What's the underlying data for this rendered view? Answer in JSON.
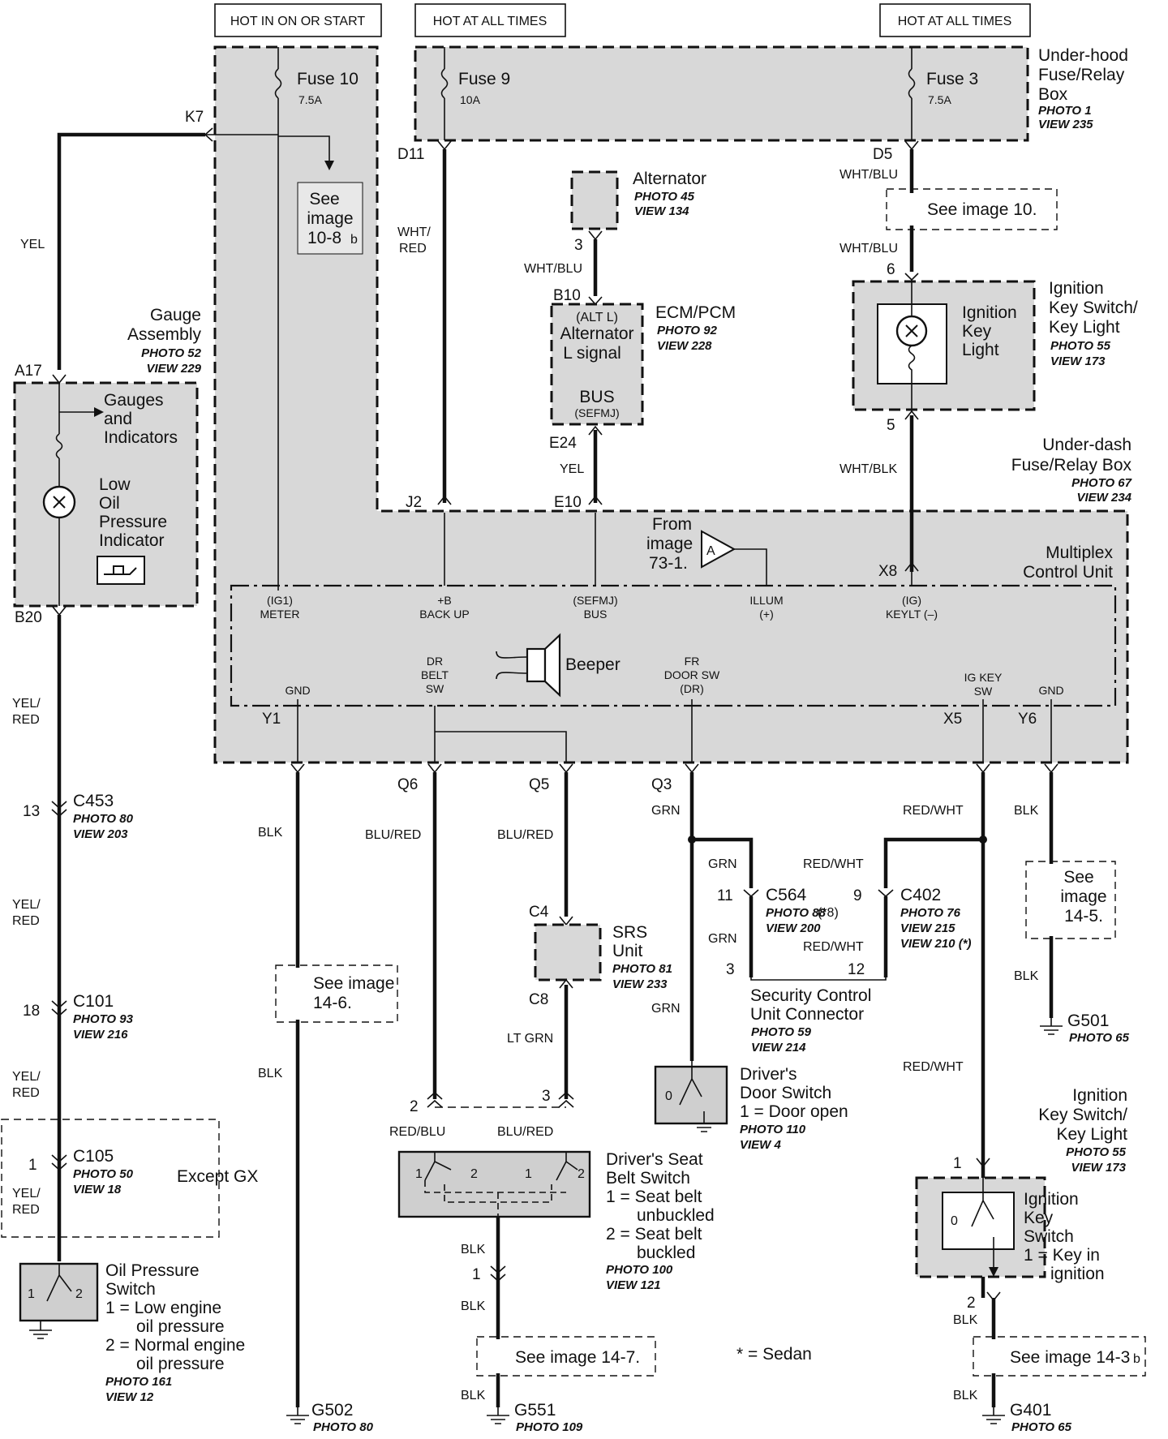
{
  "headers": {
    "hot_in_on": "HOT IN ON OR START",
    "hot_all_1": "HOT AT ALL TIMES",
    "hot_all_2": "HOT AT ALL TIMES"
  },
  "underhood": {
    "name": [
      "Under-hood",
      "Fuse/Relay",
      "Box"
    ],
    "photo": "PHOTO 1",
    "view": "VIEW 235",
    "fuse9": "Fuse 9",
    "fuse9_amp": "10A",
    "fuse3": "Fuse 3",
    "fuse3_amp": "7.5A"
  },
  "underdash": {
    "name": [
      "Under-dash",
      "Fuse/Relay Box"
    ],
    "photo": "PHOTO 67",
    "view": "VIEW 234",
    "fuse10": "Fuse 10",
    "fuse10_amp": "7.5A",
    "see_image": [
      "See",
      "image",
      "10-8"
    ],
    "see_suffix": "b"
  },
  "mcu": {
    "name": [
      "Multiplex",
      "Control Unit"
    ],
    "from_image": [
      "From",
      "image",
      "73-1."
    ],
    "arrow_label": "A",
    "terms": {
      "ig1": [
        "(IG1)",
        "METER"
      ],
      "backup": [
        "+B",
        "BACK UP"
      ],
      "sefmj": [
        "(SEFMJ)",
        "BUS"
      ],
      "illum": [
        "ILLUM",
        "(+)"
      ],
      "keylt": [
        "(IG)",
        "KEYLT (–)"
      ],
      "gnd1": "GND",
      "drbelt": [
        "DR",
        "BELT",
        "SW"
      ],
      "beeper": "Beeper",
      "frdoor": [
        "FR",
        "DOOR SW",
        "(DR)"
      ],
      "igkey": [
        "IG KEY",
        "SW"
      ],
      "gnd2": "GND"
    }
  },
  "pins": {
    "k7": "K7",
    "a17": "A17",
    "b20": "B20",
    "d11": "D11",
    "d5": "D5",
    "j2": "J2",
    "e10": "E10",
    "e24": "E24",
    "b10": "B10",
    "x8": "X8",
    "y1": "Y1",
    "q6": "Q6",
    "q5": "Q5",
    "q3": "Q3",
    "x5": "X5",
    "y6": "Y6",
    "c4": "C4",
    "c8": "C8",
    "n3": "3",
    "n6": "6",
    "n5": "5",
    "n13": "13",
    "n18": "18",
    "n1a": "1",
    "n11": "11",
    "n9": "9",
    "n3b": "3",
    "n12": "12",
    "n2": "2",
    "n3c": "3",
    "n1b": "1",
    "n1c": "1",
    "n2b": "2"
  },
  "wires": {
    "yel1": "YEL",
    "wht_red": [
      "WHT/",
      "RED"
    ],
    "wht_blu1": "WHT/BLU",
    "wht_blu2": "WHT/BLU",
    "wht_blu3": "WHT/BLU",
    "yel2": "YEL",
    "wht_blk": "WHT/BLK",
    "yel_red1": [
      "YEL/",
      "RED"
    ],
    "yel_red2": [
      "YEL/",
      "RED"
    ],
    "yel_red3": [
      "YEL/",
      "RED"
    ],
    "yel_red4": [
      "YEL/",
      "RED"
    ],
    "blk1": "BLK",
    "blk2": "BLK",
    "blu_red1": "BLU/RED",
    "blu_red2": "BLU/RED",
    "grn1": "GRN",
    "grn2": "GRN",
    "grn3": "GRN",
    "grn4": "GRN",
    "red_wht1": "RED/WHT",
    "red_wht2": "RED/WHT",
    "red_wht3": "RED/WHT",
    "red_wht4": "RED/WHT",
    "blk3": "BLK",
    "blk4": "BLK",
    "lt_grn": "LT GRN",
    "red_blu": "RED/BLU",
    "blu_red3": "BLU/RED",
    "blk5": "BLK",
    "blk6": "BLK",
    "blk7": "BLK",
    "blk8": "BLK",
    "blk9": "BLK"
  },
  "components": {
    "alternator": {
      "name": "Alternator",
      "photo": "PHOTO 45",
      "view": "VIEW 134"
    },
    "ecm": {
      "name": "ECM/PCM",
      "photo": "PHOTO 92",
      "view": "VIEW 228",
      "inner": [
        "(ALT L)",
        "Alternator",
        "L signal",
        "BUS",
        "(SEFMJ)"
      ]
    },
    "ign_light": {
      "name": [
        "Ignition",
        "Key Switch/",
        "Key Light"
      ],
      "photo": "PHOTO 55",
      "view": "VIEW 173",
      "inner": [
        "Ignition",
        "Key",
        "Light"
      ]
    },
    "gauge": {
      "name": [
        "Gauge",
        "Assembly"
      ],
      "photo": "PHOTO 52",
      "view": "VIEW 229",
      "inner": [
        "Gauges",
        "and",
        "Indicators"
      ],
      "indicator": [
        "Low",
        "Oil",
        "Pressure",
        "Indicator"
      ]
    },
    "srs": {
      "name": [
        "SRS",
        "Unit"
      ],
      "photo": "PHOTO 81",
      "view": "VIEW 233"
    },
    "security": {
      "name": [
        "Security Control",
        "Unit Connector"
      ],
      "photo": "PHOTO 59",
      "view": "VIEW 214"
    },
    "door_sw": {
      "name": [
        "Driver's",
        "Door Switch",
        "1 = Door open"
      ],
      "photo": "PHOTO 110",
      "view": "VIEW 4"
    },
    "seat_belt": {
      "name": [
        "Driver's Seat",
        "Belt Switch",
        "1 = Seat belt",
        "unbuckled",
        "2 = Seat belt",
        "buckled"
      ],
      "photo": "PHOTO 100",
      "view": "VIEW 121"
    },
    "oil_sw": {
      "name": [
        "Oil Pressure",
        "Switch",
        "1 = Low engine",
        "oil pressure",
        "2 = Normal engine",
        "oil pressure"
      ],
      "photo": "PHOTO 161",
      "view": "VIEW 12"
    },
    "ign_sw": {
      "name": [
        "Ignition",
        "Key Switch/",
        "Key Light"
      ],
      "photo": "PHOTO 55",
      "view": "VIEW 173",
      "inner": [
        "Ignition",
        "Key",
        "Switch",
        "1 = Key in",
        "ignition"
      ]
    }
  },
  "connectors": {
    "c453": {
      "name": "C453",
      "photo": "PHOTO 80",
      "view": "VIEW 203"
    },
    "c101": {
      "name": "C101",
      "photo": "PHOTO 93",
      "view": "VIEW 216"
    },
    "c105": {
      "name": "C105",
      "photo": "PHOTO 50",
      "view": "VIEW 18"
    },
    "c564": {
      "name": "C564",
      "photo": "PHOTO 88",
      "view": "VIEW 200",
      "note": "(*8)"
    },
    "c402": {
      "name": "C402",
      "photo": "PHOTO 76",
      "view": "VIEW 215",
      "view2": "VIEW 210 (*)"
    }
  },
  "grounds": {
    "g502": {
      "name": "G502",
      "photo": "PHOTO 80"
    },
    "g551": {
      "name": "G551",
      "photo": "PHOTO 109"
    },
    "g501": {
      "name": "G501",
      "photo": "PHOTO 65"
    },
    "g401": {
      "name": "G401",
      "photo": "PHOTO 65"
    }
  },
  "refs": {
    "img10": "See image 10.",
    "img146": [
      "See image",
      "14-6."
    ],
    "img145": [
      "See",
      "image",
      "14-5."
    ],
    "img147": "See image 14-7.",
    "img143": "See image 14-3",
    "img143_suffix": "b"
  },
  "notes": {
    "except_gx": "Except GX",
    "sedan": "* = Sedan",
    "sw_1": "1",
    "sw_2": "2",
    "sw_0": "0"
  }
}
